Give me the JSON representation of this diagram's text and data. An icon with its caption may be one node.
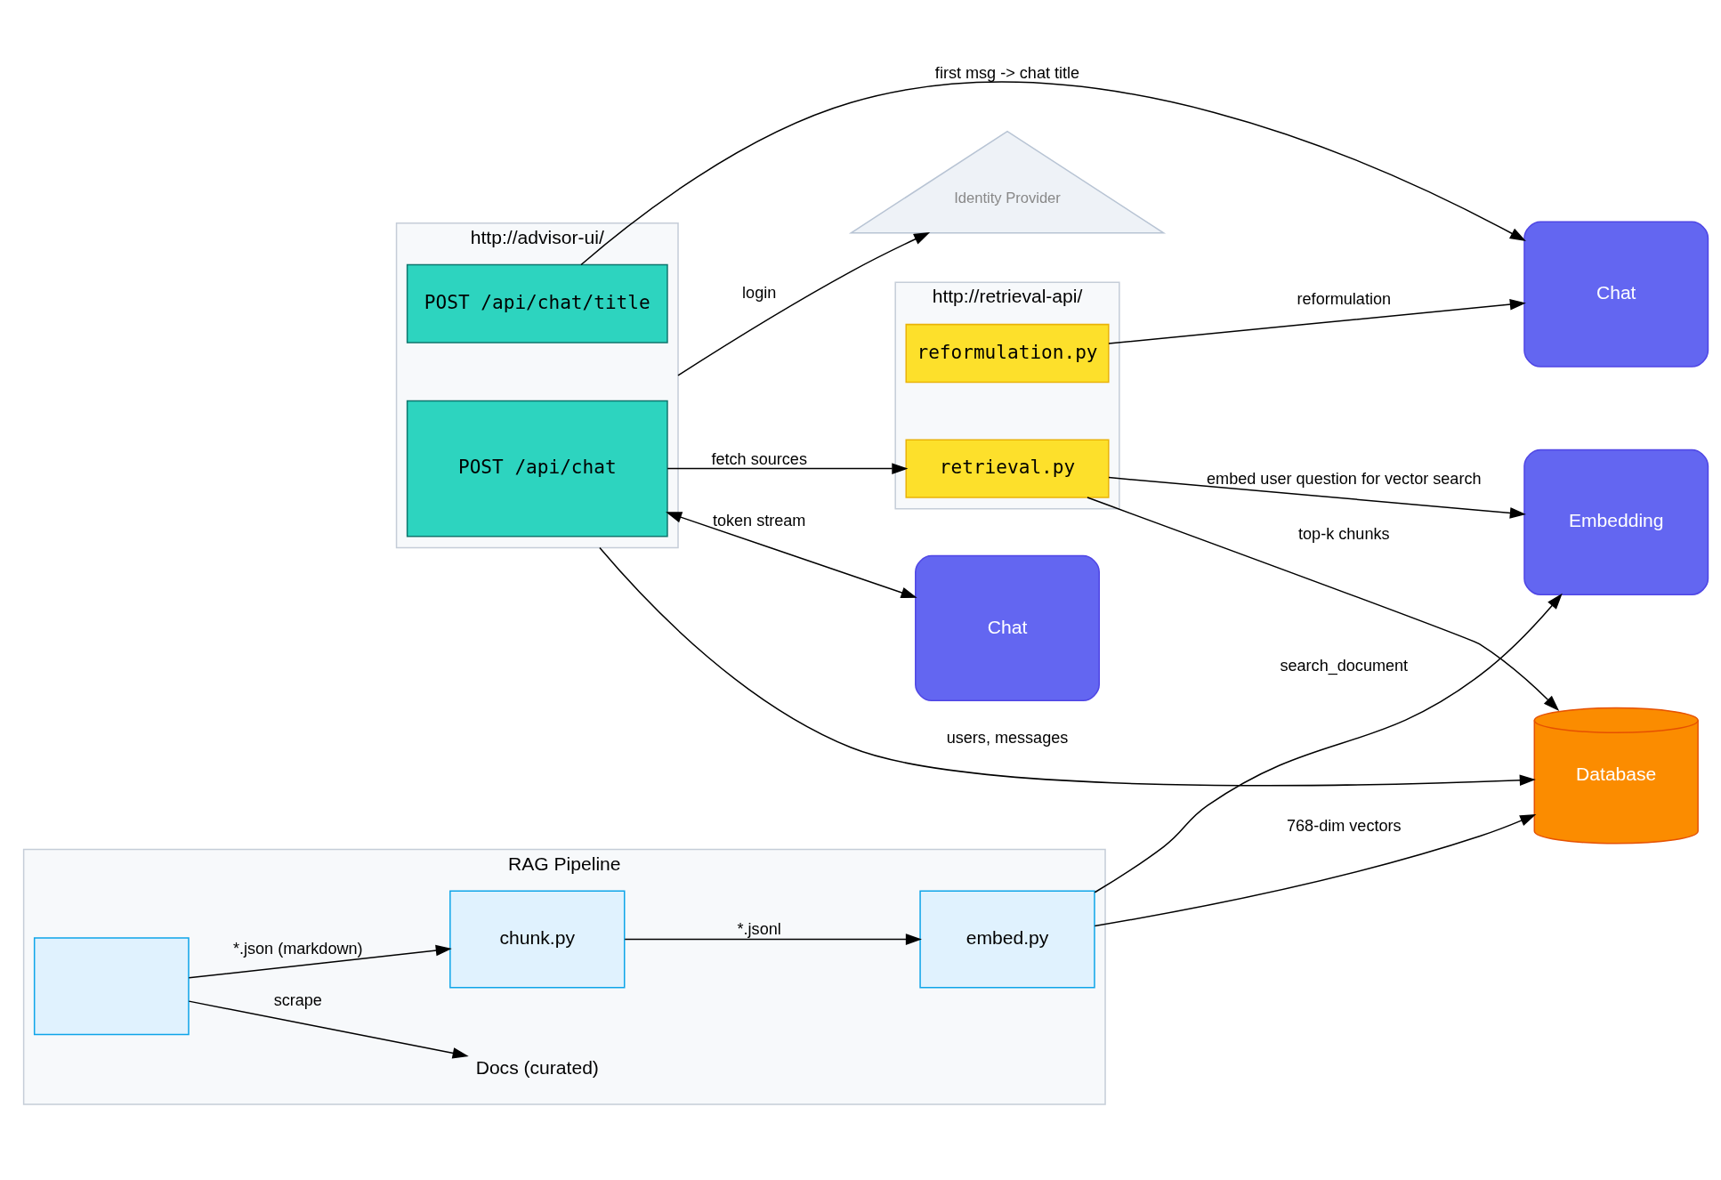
{
  "diagram": {
    "nodes": [
      {
        "text": [
          "RAG Pipeline"
        ]
      },
      {
        "text": [
          "Docs (curated)"
        ],
        "in": 0
      },
      {
        "text": [],
        "shape": "box",
        "in": 0
      },
      {
        "text": [
          "chunk.py"
        ],
        "in": 0
      },
      {
        "text": [
          "embed.py"
        ],
        "in": 0
      },
      {
        "text": [
          "Embedding"
        ]
      },
      {
        "text": [
          "Database"
        ]
      },
      {
        "text": [
          "http://advisor-ui/"
        ]
      },
      {
        "text": [
          "POST /api/chat"
        ],
        "in": 7
      },
      {
        "text": [
          "POST /api/chat/title"
        ],
        "in": 7
      },
      {
        "text": [
          "Chat"
        ]
      },
      {
        "text": [
          "Chat"
        ]
      },
      {
        "text": [
          "http://retrieval-api/"
        ]
      },
      {
        "text": [
          "retrieval.py"
        ],
        "in": 12
      },
      {
        "text": [
          "reformulation.py"
        ],
        "in": 12
      },
      {
        "text": [
          "Identity Provider"
        ]
      }
    ],
    "edges": [
      {
        "from": 2,
        "to": 1,
        "arrow": "to",
        "label": "scrape"
      },
      {
        "from": 2,
        "to": 3,
        "arrow": "to",
        "label": "*.json (markdown)"
      },
      {
        "from": 3,
        "to": 4,
        "arrow": "to",
        "label": "*.jsonl"
      },
      {
        "from": 4,
        "to": 5,
        "arrow": "to",
        "label": "search_document"
      },
      {
        "from": 4,
        "to": 6,
        "arrow": "to",
        "label": "768-dim vectors"
      },
      {
        "from": 7,
        "to": 6,
        "arrow": "to",
        "label": "users, messages"
      },
      {
        "from": 8,
        "to": 13,
        "arrow": "to",
        "label": "fetch sources"
      },
      {
        "from": 8,
        "to": 10,
        "arrow": "both",
        "label": "token stream"
      },
      {
        "from": 9,
        "to": 11,
        "arrow": "to",
        "label": "first msg -> chat title"
      },
      {
        "from": 14,
        "to": 11,
        "arrow": "to",
        "label": "reformulation"
      },
      {
        "from": 13,
        "to": 6,
        "arrow": "to",
        "label": "top-k chunks"
      },
      {
        "from": 13,
        "to": 5,
        "arrow": "to",
        "label": "embed user question for vector search"
      },
      {
        "from": 7,
        "to": 15,
        "arrow": "to",
        "label": "login"
      }
    ]
  }
}
